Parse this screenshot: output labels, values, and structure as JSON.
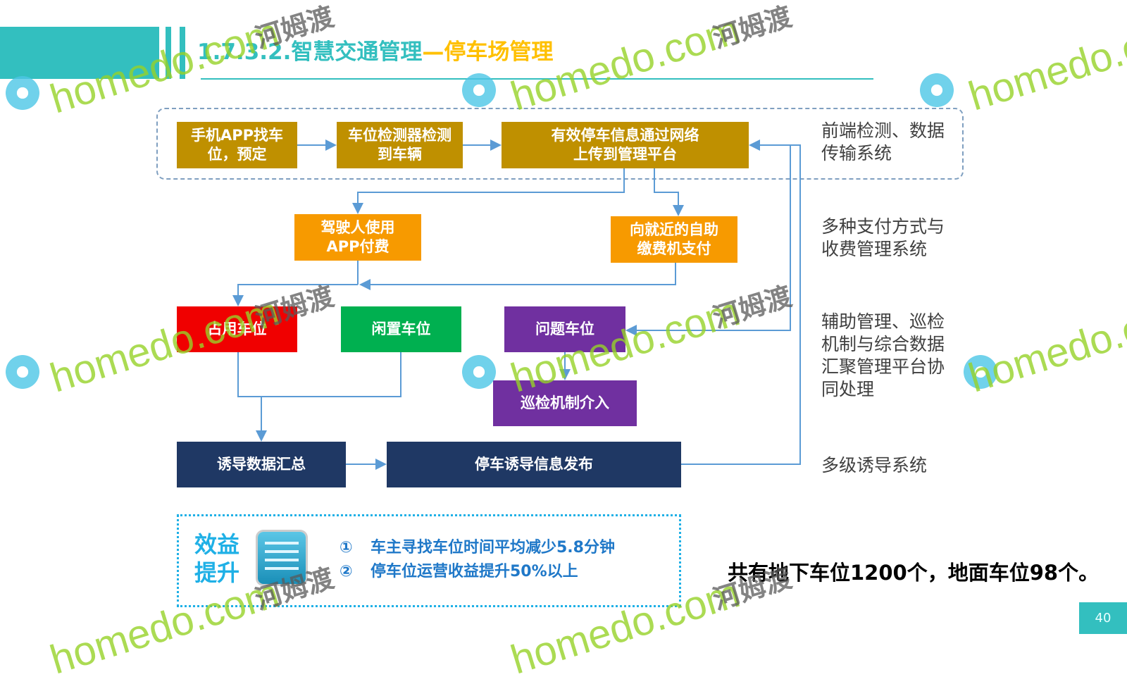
{
  "header": {
    "title_part1": "1.7.3.2.智慧交通管理",
    "title_part2": "—停车场管理"
  },
  "flow": {
    "find_spot": "手机APP找车位，预定",
    "detector": "车位检测器检测到车辆",
    "upload": "有效停车信息通过网络上传到管理平台",
    "app_pay": "驾驶人使用APP付费",
    "kiosk_pay": "向就近的自助缴费机支付",
    "occupied": "占用车位",
    "idle": "闲置车位",
    "problem": "问题车位",
    "patrol": "巡检机制介入",
    "summary": "诱导数据汇总",
    "publish": "停车诱导信息发布"
  },
  "side_labels": [
    "前端检测、数据传输系统",
    "多种支付方式与收费管理系统",
    "辅助管理、巡检机制与综合数据汇聚管理平台协同处理",
    "多级诱导系统"
  ],
  "benefit": {
    "title": "效益提升",
    "items": [
      {
        "num": "①",
        "text": "车主寻找车位时间平均减少5.8分钟"
      },
      {
        "num": "②",
        "text": "停车位运营收益提升50%以上"
      }
    ]
  },
  "summary_text": "共有地下车位1200个，地面车位98个。",
  "page_number": "40",
  "watermark": {
    "text1": "homedo.com",
    "text2": "河姆渡"
  },
  "colors": {
    "teal": "#33bfbf",
    "gold": "#bf9000",
    "orange": "#f79a00",
    "red": "#f00000",
    "green": "#00b050",
    "purple": "#7030a0",
    "navy": "#1f3864",
    "connector": "#5b9bd5"
  }
}
